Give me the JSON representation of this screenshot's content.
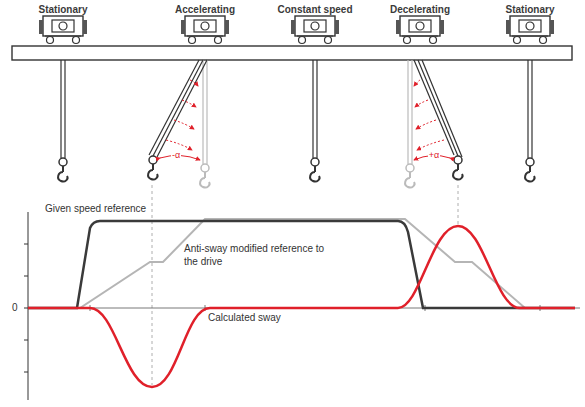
{
  "diagram": {
    "labels": [
      "Stationary",
      "Accelerating",
      "Constant speed",
      "Decelerating",
      "Stationary",
      "-α",
      "+α",
      "Given speed reference",
      "Anti-sway modified reference to the drive",
      "Calculated sway",
      "0"
    ]
  }
}
